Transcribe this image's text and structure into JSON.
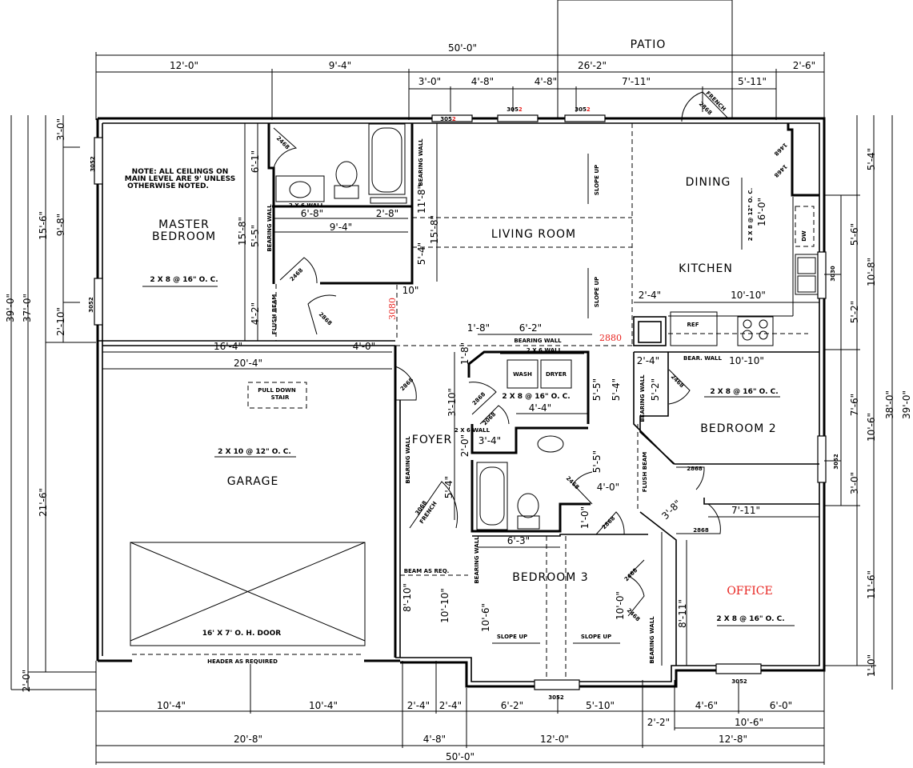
{
  "plan": {
    "patio_label": "PATIO",
    "note": [
      "NOTE: ALL CEILINGS ON",
      "MAIN LEVEL ARE 9' UNLESS",
      "OTHERWISE NOTED."
    ],
    "accent_color": "#e8231f"
  },
  "rooms": {
    "master_bedroom": [
      "MASTER",
      "BEDROOM"
    ],
    "living_room": "LIVING ROOM",
    "dining": "DINING",
    "kitchen": "KITCHEN",
    "garage": "GARAGE",
    "foyer": "FOYER",
    "bedroom2": "BEDROOM 2",
    "bedroom3": "BEDROOM 3",
    "office": "OFFICE"
  },
  "labels": {
    "joist_master": "2 X 8 @ 16\" O. C.",
    "joist_garage": "2 X 10 @ 12\" O. C.",
    "joist_kitchen": "2 X 8 @ 12\" O. C.",
    "joist_laundry": "2 X 8 @ 16\" O. C.",
    "joist_bedroom2": "2 X 8 @ 16\" O. C.",
    "joist_office": "2 X 8 @ 16\" O. C.",
    "pull_down_stair": [
      "PULL DOWN",
      "STAIR"
    ],
    "garage_door": "16' X 7' O. H. DOOR",
    "header": "HEADER AS REQUIRED",
    "slope_up": "SLOPE UP",
    "bearing_wall": "BEARING WALL",
    "bear_wall": "BEAR. WALL",
    "two_by_six_wall": "2 X 6 WALL",
    "flush_beam": "FLUSH BEAM",
    "beam_as_req": "BEAM AS REQ.",
    "wash": "WASH",
    "dryer": "DRYER",
    "ref": "REF",
    "dw": "DW",
    "french": "FRENCH"
  },
  "openings": {
    "window_3052": "3052",
    "window_3030": "3030",
    "window_3052_red": [
      "305",
      "2"
    ],
    "door_2868": "2868",
    "door_2468": "2468",
    "door_2068": "2068",
    "door_3068": "3068",
    "door_2880": "2880",
    "door_3080": "3080",
    "door_1468": "1468"
  },
  "dimensions": {
    "top": {
      "overall": "50'-0\"",
      "row1": [
        "12'-0\"",
        "9'-4\"",
        "26'-2\"",
        "2'-6\""
      ],
      "row2": [
        "3'-0\"",
        "4'-8\"",
        "4'-8\"",
        "7'-11\"",
        "5'-11\""
      ]
    },
    "bottom": {
      "row1": [
        "10'-4\"",
        "10'-4\"",
        "2'-4\"",
        "2'-4\"",
        "6'-2\"",
        "5'-10\"",
        "4'-6\"",
        "6'-0\""
      ],
      "row2": [
        "2'-2\"",
        "10'-6\""
      ],
      "row3": [
        "20'-8\"",
        "4'-8\"",
        "12'-0\"",
        "12'-8\""
      ],
      "overall": "50'-0\""
    },
    "left": {
      "overall": "39'-0\"",
      "main": "37'-0\"",
      "master": "15'-6\"",
      "garage": "21'-6\"",
      "stoop": "2'-0\"",
      "win": [
        "3'-0\"",
        "9'-8\"",
        "2'-10\""
      ]
    },
    "right": {
      "overall": "39'-0\"",
      "main": "38'-0\"",
      "seg": [
        "5'-4\"",
        "10'-8\"",
        "10'-6\"",
        "11'-6\"",
        "1'-0\""
      ],
      "win": [
        "5'-6\"",
        "5'-2\"",
        "7'-6\"",
        "3'-0\""
      ]
    },
    "interior": {
      "bath_6_1": "6'-1\"",
      "bath_5_5": "5'-5\"",
      "bath_4_2": "4'-2\"",
      "master_15_8": "15'-8\"",
      "closet_6_8": "6'-8\"",
      "closet_2_8": "2'-8\"",
      "closet_9_4": "9'-4\"",
      "liv_15_8": "15'-8\"",
      "liv_5_4": "5'-4\"",
      "liv_11_8": "11'-8\"",
      "ten_in": "10\"",
      "garage_16_4": "16'-4\"",
      "garage_4_0": "4'-0\"",
      "garage_20_4": "20'-4\"",
      "lau_1_8": "1'-8\"",
      "lau_6_2": "6'-2\"",
      "lau_1_8b": "1'-8\"",
      "foy_3_10": "3'-10\"",
      "foy_2_0": "2'-0\"",
      "foy_3_4": "3'-4\"",
      "lau_4_4": "4'-4\"",
      "lau_5_5": "5'-5\"",
      "hall_5_4": "5'-4\"",
      "bath_5_5b": "5'-5\"",
      "bath_4_0": "4'-0\"",
      "bath_1_0": "1'-0\"",
      "foy_5_4": "5'-4\"",
      "b3_6_3": "6'-3\"",
      "b3_8_10": "8'-10\"",
      "b3_10_10": "10'-10\"",
      "b3_10_6": "10'-6\"",
      "b3_10_0": "10'-0\"",
      "kit_2_4": "2'-4\"",
      "kit_10_10": "10'-10\"",
      "kit_16_0": "16'-0\"",
      "b2_2_4": "2'-4\"",
      "b2_10_10": "10'-10\"",
      "b2_5_2": "5'-2\"",
      "hall_3_8": "3'-8\"",
      "off_7_11": "7'-11\"",
      "off_8_11": "8'-11\""
    }
  }
}
